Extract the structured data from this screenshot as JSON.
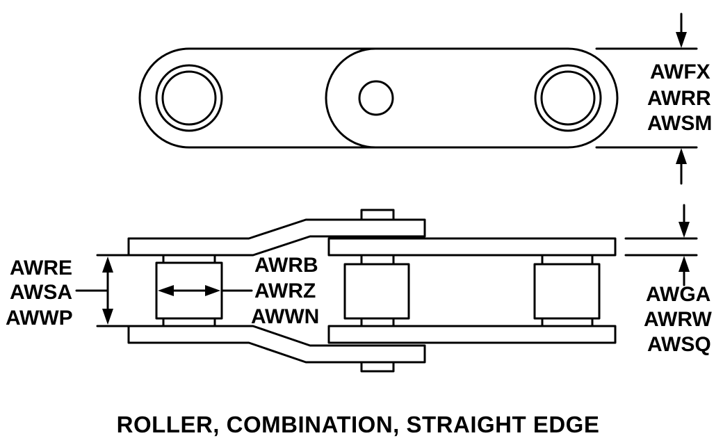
{
  "labels": {
    "top_right": [
      "AWFX",
      "AWRR",
      "AWSM"
    ],
    "left": [
      "AWRE",
      "AWSA",
      "AWWP"
    ],
    "center": [
      "AWRB",
      "AWRZ",
      "AWWN"
    ],
    "bottom_right": [
      "AWGA",
      "AWRW",
      "AWSQ"
    ]
  },
  "caption": "ROLLER, COMBINATION,  STRAIGHT EDGE"
}
